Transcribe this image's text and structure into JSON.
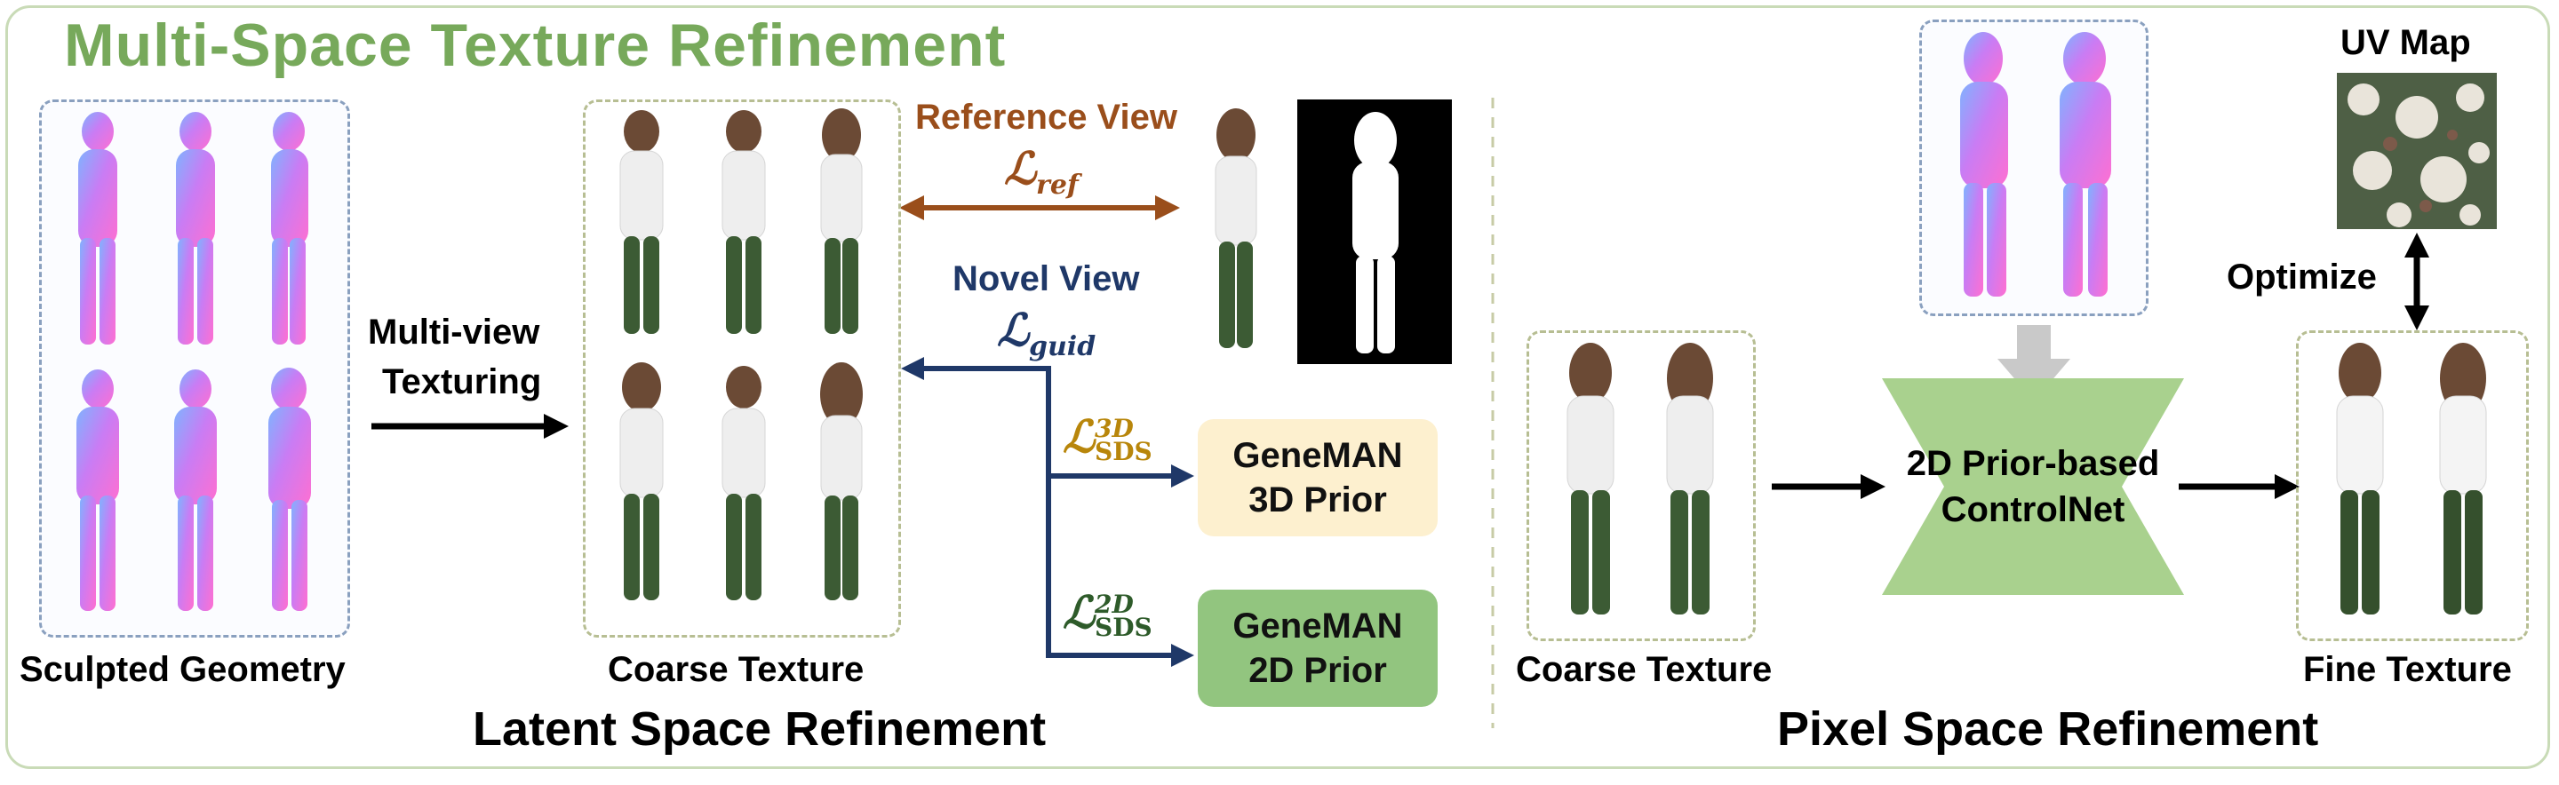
{
  "title": "Multi-Space Texture Refinement",
  "left": {
    "geometry_caption": "Sculpted Geometry",
    "texturing_label_line1": "Multi-view",
    "texturing_label_line2": "Texturing",
    "coarse_caption": "Coarse Texture",
    "reference_view_label": "Reference View",
    "loss_ref": "ℒ",
    "loss_ref_sub": "ref",
    "novel_view_label": "Novel View",
    "loss_guid": "ℒ",
    "loss_guid_sub": "guid",
    "sds3d_symbol": "ℒ",
    "sds3d_sup": "3D",
    "sds3d_sub": "SDS",
    "sds2d_symbol": "ℒ",
    "sds2d_sup": "2D",
    "sds2d_sub": "SDS",
    "prior3d_line1": "GeneMAN",
    "prior3d_line2": "3D Prior",
    "prior2d_line1": "GeneMAN",
    "prior2d_line2": "2D Prior",
    "section_title": "Latent Space Refinement"
  },
  "right": {
    "uv_map_label": "UV Map",
    "optimize_label": "Optimize",
    "coarse_caption": "Coarse Texture",
    "controlnet_line1": "2D Prior-based",
    "controlnet_line2": "ControlNet",
    "fine_caption": "Fine Texture",
    "section_title": "Pixel Space Refinement"
  },
  "colors": {
    "title_green": "#77a95b",
    "reference_brown": "#9a4e1b",
    "novel_navy": "#1f3868",
    "sds3d_gold": "#b8860b",
    "sds2d_green": "#2e5b2a",
    "prior3d_fill": "#fdf0cf",
    "prior2d_fill": "#92c57f",
    "controlnet_fill": "#a9d18e"
  }
}
